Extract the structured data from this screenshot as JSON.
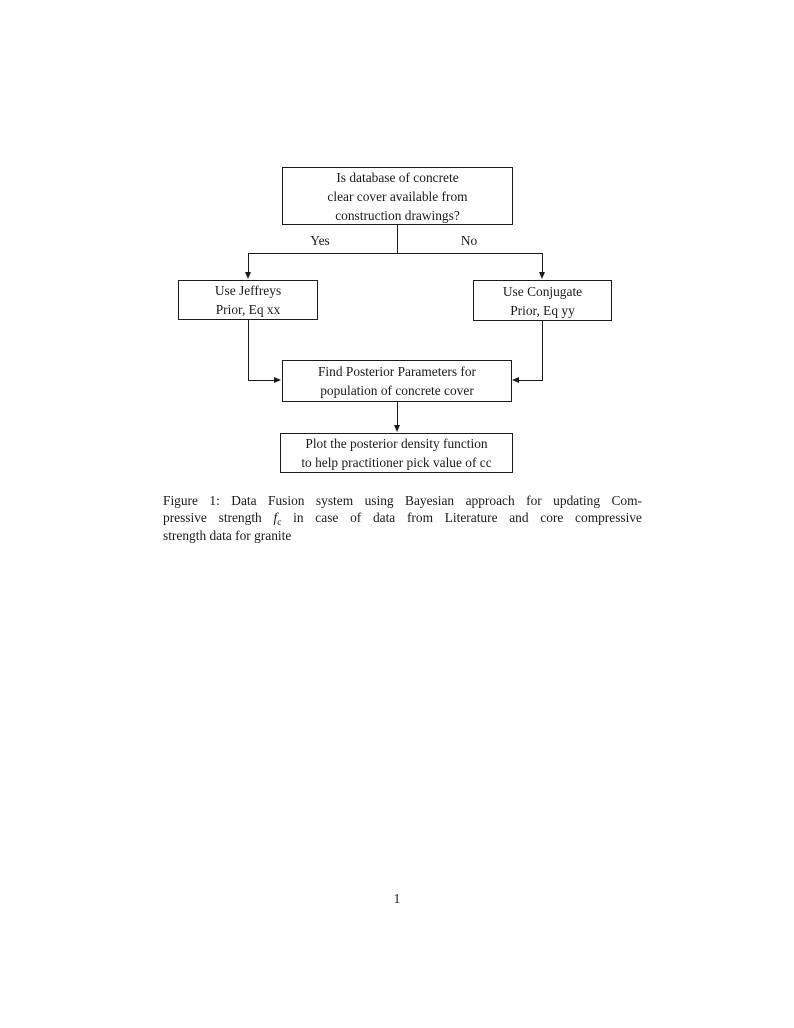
{
  "colors": {
    "ink": "#1a1a1a",
    "background": "#ffffff"
  },
  "flowchart": {
    "decision": {
      "lines": [
        "Is database of concrete",
        "clear cover available from",
        "construction drawings?"
      ]
    },
    "branch_yes_label": "Yes",
    "branch_no_label": "No",
    "jeffreys": {
      "lines": [
        "Use Jeffreys",
        "Prior, Eq xx"
      ]
    },
    "conjugate": {
      "lines": [
        "Use Conjugate",
        "Prior, Eq yy"
      ]
    },
    "posterior": {
      "lines": [
        "Find Posterior Parameters for",
        "population of concrete cover"
      ]
    },
    "plot": {
      "lines": [
        "Plot the posterior density function",
        "to help practitioner pick value of cc"
      ]
    }
  },
  "caption": {
    "line1": "Figure 1: Data Fusion system using Bayesian approach for updating Com-",
    "line2": {
      "pre": "pressive strength",
      "math_base": "f",
      "math_sub": "c",
      "post": "in case of data from Literature and core compressive"
    },
    "line3": "strength data for granite"
  },
  "page": {
    "number": "1"
  }
}
